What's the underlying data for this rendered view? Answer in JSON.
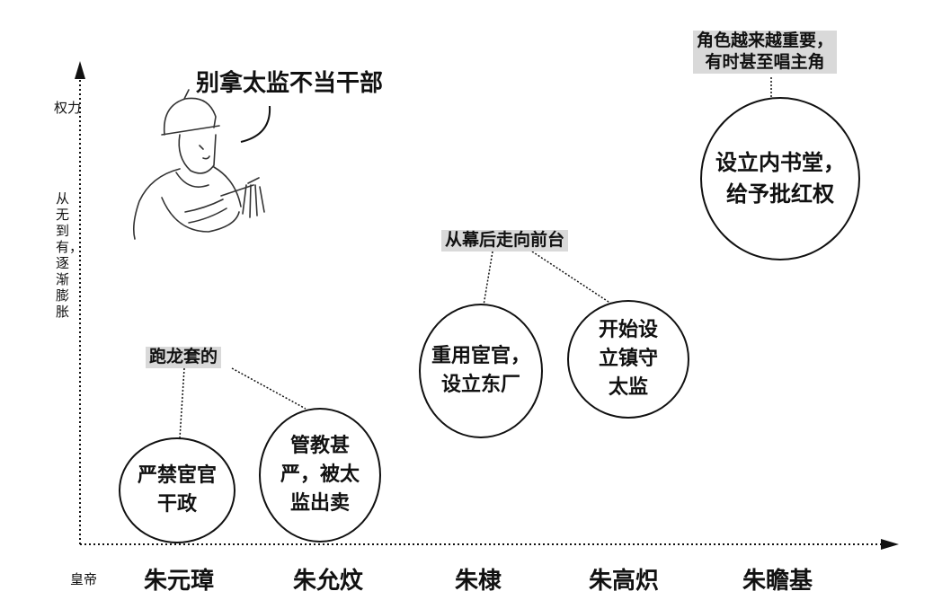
{
  "y_axis": {
    "label": "权力",
    "description": "从无到有，逐渐膨胀"
  },
  "x_axis": {
    "label": "皇帝",
    "emperors": [
      "朱元璋",
      "朱允炆",
      "朱棣",
      "朱高炽",
      "朱瞻基"
    ]
  },
  "speech": "别拿太监不当干部",
  "circles": [
    {
      "text": "严禁宦官\n干政"
    },
    {
      "text": "管教甚\n严，被太\n监出卖"
    },
    {
      "text": "重用宦官，\n设立东厂"
    },
    {
      "text": "开始设\n立镇守\n太监"
    },
    {
      "text": "设立内书堂，\n给予批红权"
    }
  ],
  "tags": [
    {
      "text": "跑龙套的"
    },
    {
      "text": "从幕后走向前台"
    },
    {
      "text": "角色越来越重要，\n有时甚至唱主角"
    }
  ],
  "icons": {
    "illustration": "eunuch-portrait-icon"
  }
}
